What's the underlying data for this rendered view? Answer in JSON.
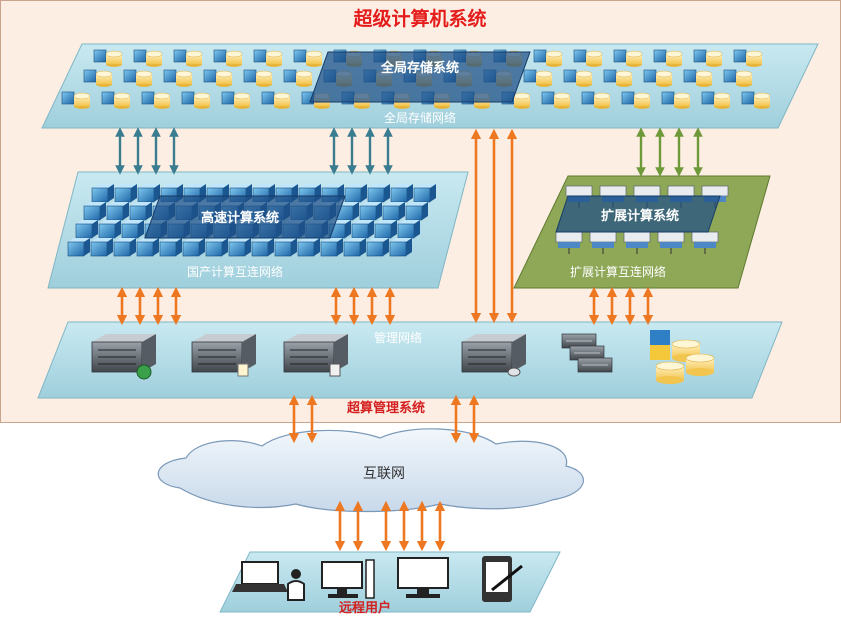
{
  "title": "超级计算机系统",
  "storage": {
    "system_label": "全局存储系统",
    "network_label": "全局存储网络"
  },
  "hpc": {
    "system_label": "高速计算系统",
    "network_label": "国产计算互连网络"
  },
  "ext": {
    "system_label": "扩展计算系统",
    "network_label": "扩展计算互连网络"
  },
  "mgmt": {
    "network_label": "管理网络",
    "system_label": "超算管理系统"
  },
  "internet_label": "互联网",
  "users_label": "远程用户",
  "colors": {
    "title": "#e41c1c",
    "frame_bg": "#fdeee3",
    "panel_blue": "#a8d8e4",
    "panel_green": "#8fa858",
    "arrow_teal": "#3a7c90",
    "arrow_orange": "#ee7722",
    "arrow_green": "#6e9a3a",
    "label_red": "#d42020"
  }
}
